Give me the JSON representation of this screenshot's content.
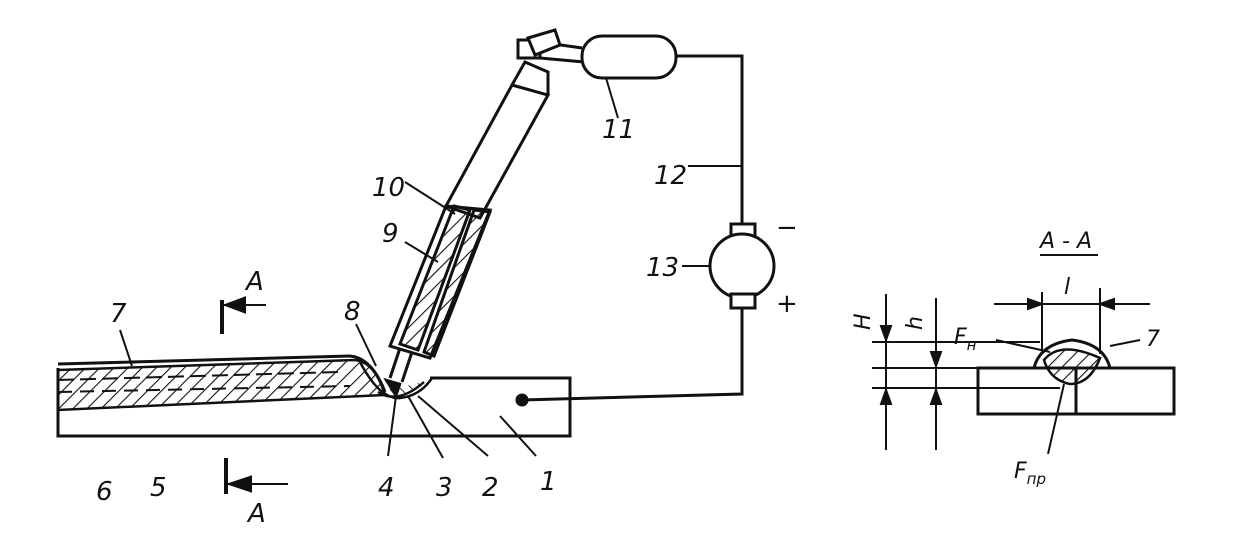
{
  "diagram": {
    "callouts": [
      "1",
      "2",
      "3",
      "4",
      "5",
      "6",
      "7",
      "8",
      "9",
      "10",
      "11",
      "12",
      "13"
    ],
    "polarity": {
      "minus": "−",
      "plus": "+"
    },
    "section_marks": {
      "top": "A",
      "bottom": "A"
    },
    "section_view": {
      "title": "А - А",
      "dim_H": "H",
      "dim_h": "h",
      "dim_l": "l",
      "area_surfacing_main": "F",
      "area_surfacing_sub": "н",
      "area_penetration_main": "F",
      "area_penetration_sub": "пр",
      "callout_7": "7"
    }
  }
}
